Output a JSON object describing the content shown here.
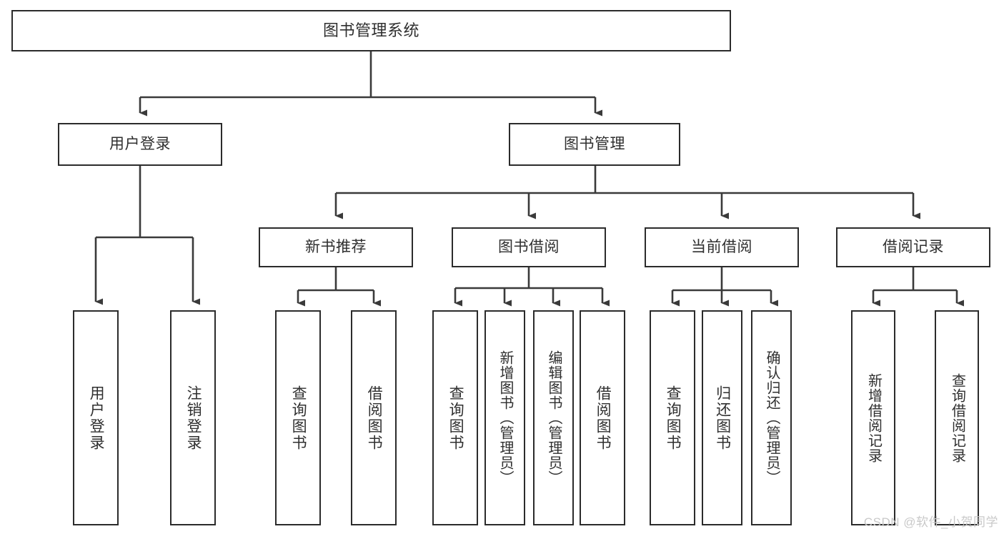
{
  "diagram": {
    "title": "图书管理系统",
    "type": "tree-hierarchy-chart",
    "watermark": "CSDN @软件_小贺同学",
    "colors": {
      "box_border": "#2b2b2b",
      "edge": "#3a3a3a",
      "text": "#2f2f2f",
      "background": "#ffffff",
      "watermark": "#c9c9c9"
    },
    "root": {
      "label": "图书管理系统"
    },
    "level1": [
      {
        "label": "用户登录"
      },
      {
        "label": "图书管理"
      }
    ],
    "level2": [
      {
        "label": "新书推荐"
      },
      {
        "label": "图书借阅"
      },
      {
        "label": "当前借阅"
      },
      {
        "label": "借阅记录"
      }
    ],
    "leaves": {
      "user_login": [
        {
          "label": "用户登录"
        },
        {
          "label": "注销登录"
        }
      ],
      "new_book_recommend": [
        {
          "label": "查询图书"
        },
        {
          "label": "借阅图书"
        }
      ],
      "book_borrow": [
        {
          "label": "查询图书"
        },
        {
          "label": "新增图书（管理员）"
        },
        {
          "label": "编辑图书（管理员）"
        },
        {
          "label": "借阅图书"
        }
      ],
      "current_borrow": [
        {
          "label": "查询图书"
        },
        {
          "label": "归还图书"
        },
        {
          "label": "确认归还（管理员）"
        }
      ],
      "borrow_record": [
        {
          "label": "新增借阅记录"
        },
        {
          "label": "查询借阅记录"
        }
      ]
    }
  }
}
